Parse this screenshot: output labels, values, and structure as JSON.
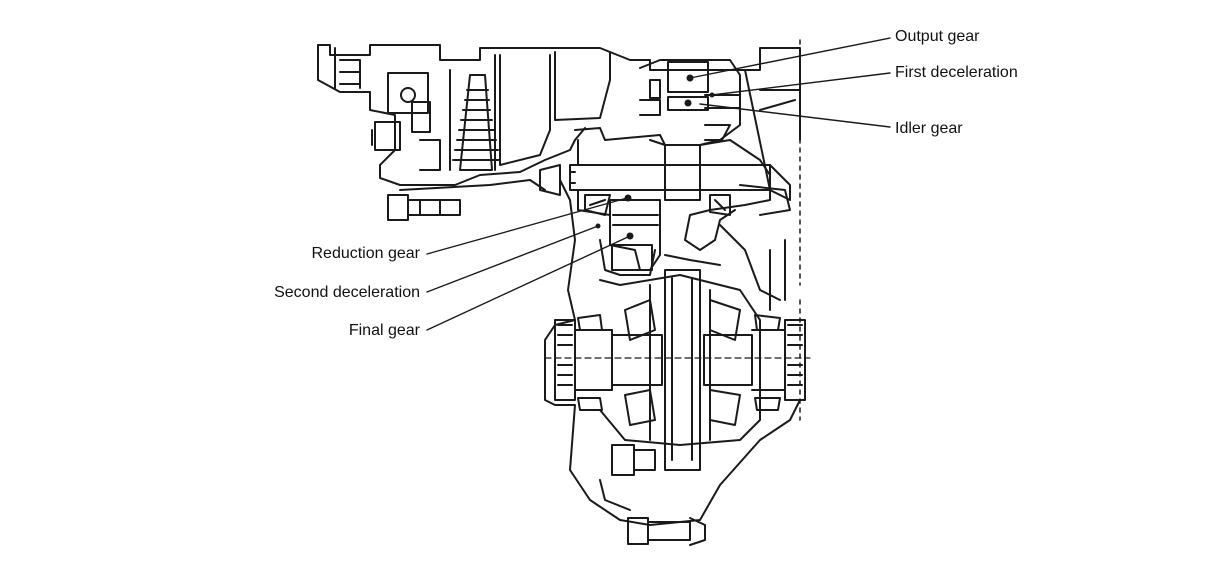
{
  "labels": {
    "output_gear": "Output gear",
    "first_deceleration": "First deceleration",
    "idler_gear": "Idler gear",
    "reduction_gear": "Reduction gear",
    "second_deceleration": "Second deceleration",
    "final_gear": "Final gear"
  },
  "colors": {
    "ink": "#1a1a1a",
    "paper": "#ffffff"
  }
}
